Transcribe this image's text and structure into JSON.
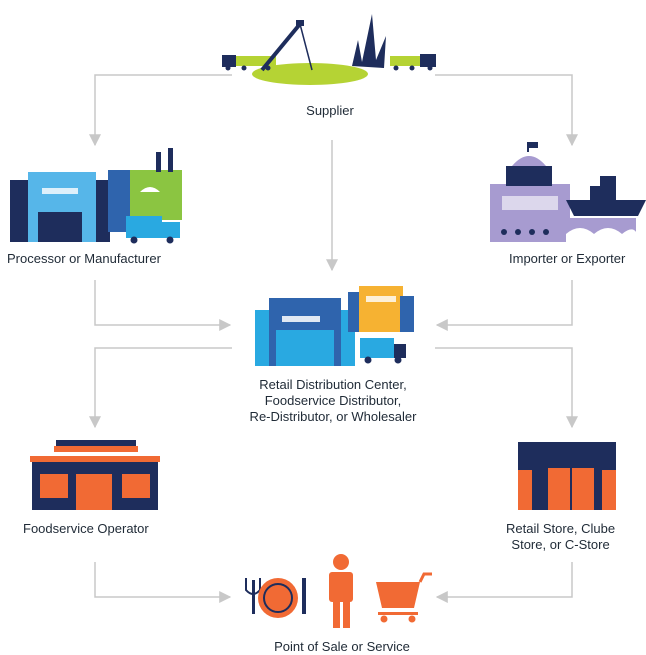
{
  "nodes": {
    "supplier": "Supplier",
    "processor": "Processor or Manufacturer",
    "importer": "Importer or Exporter",
    "distribution": [
      "Retail Distribution Center,",
      "Foodservice Distributor,",
      "Re-Distributor, or Wholesaler"
    ],
    "foodservice": "Foodservice Operator",
    "retail": [
      "Retail Store, Clube",
      "Store, or C-Store"
    ],
    "pos": "Point of Sale or Service"
  },
  "colors": {
    "navy": "#1e2d5c",
    "blue": "#2f64ad",
    "lightblue": "#56b6e9",
    "cyan": "#29a9e1",
    "green": "#8bc541",
    "lime": "#b5d334",
    "orange": "#f16a34",
    "yellow": "#f6b232",
    "purple": "#a79bd0",
    "arrow": "#c8c8c8"
  },
  "icons": [
    "farm-icon",
    "factory-icon",
    "government-port-icon",
    "warehouse-icon",
    "restaurant-icon",
    "store-icon",
    "pos-icon"
  ]
}
